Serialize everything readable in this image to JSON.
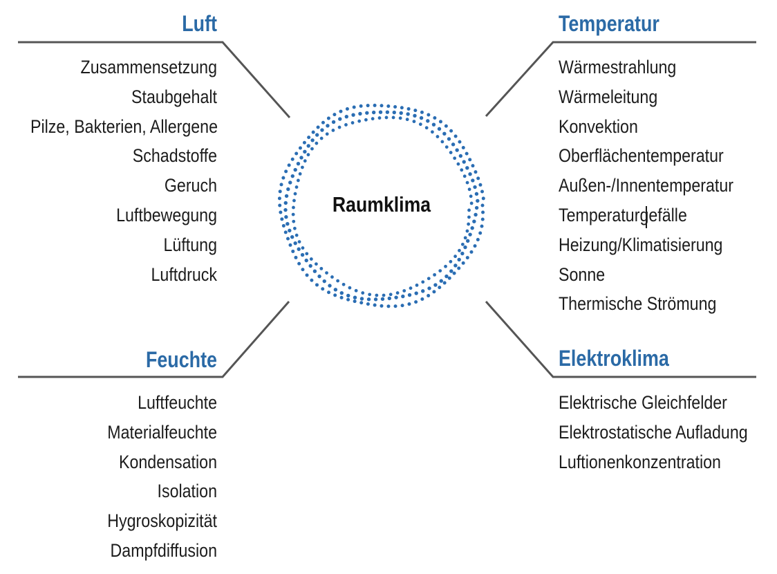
{
  "center": {
    "label": "Raumklima",
    "ring_color": "#2a6db3"
  },
  "colors": {
    "heading": "#2b6aa6",
    "line": "#555555",
    "text": "#1c1c1c"
  },
  "categories": {
    "luft": {
      "title": "Luft",
      "items": [
        "Zusammensetzung",
        "Staubgehalt",
        "Pilze, Bakterien, Allergene",
        "Schadstoffe",
        "Geruch",
        "Luftbewegung",
        "Lüftung",
        "Luftdruck"
      ]
    },
    "temperatur": {
      "title": "Temperatur",
      "items": [
        "Wärmestrahlung",
        "Wärmeleitung",
        "Konvektion",
        "Oberflächentemperatur",
        "Außen-/Innentemperatur",
        "Temperaturgefälle",
        "Heizung/Klimatisierung",
        "Sonne",
        "Thermische Strömung"
      ]
    },
    "feuchte": {
      "title": "Feuchte",
      "items": [
        "Luftfeuchte",
        "Materialfeuchte",
        "Kondensation",
        "Isolation",
        "Hygroskopizität",
        "Dampfdiffusion"
      ]
    },
    "elektroklima": {
      "title": "Elektroklima",
      "items": [
        "Elektrische Gleichfelder",
        "Elektrostatische Aufladung",
        "Luftionenkonzentration"
      ]
    }
  }
}
